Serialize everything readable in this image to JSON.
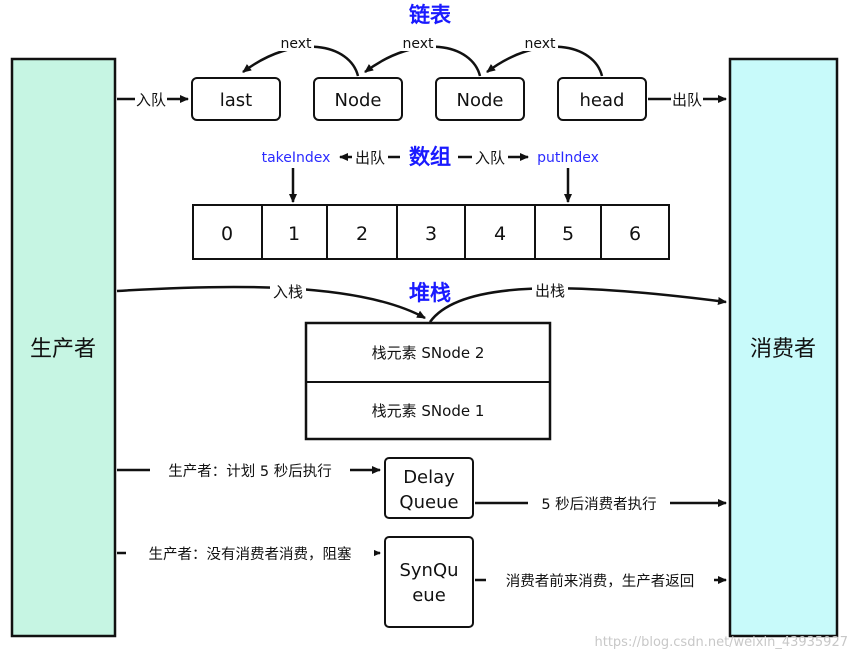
{
  "colors": {
    "producer_fill": "#c6f5e3",
    "consumer_fill": "#c8fafa",
    "stroke": "#111111",
    "title_blue": "#1a1aff",
    "index_blue": "#2b2bff",
    "watermark": "#c8c8c8"
  },
  "producer": {
    "label": "生产者"
  },
  "consumer": {
    "label": "消费者"
  },
  "linked_list": {
    "title": "链表",
    "nodes": [
      "last",
      "Node",
      "Node",
      "head"
    ],
    "next_labels": [
      "next",
      "next",
      "next"
    ],
    "enqueue": "入队",
    "dequeue": "出队"
  },
  "array": {
    "title": "数组",
    "take_index": "takeIndex",
    "put_index": "putIndex",
    "dequeue": "出队",
    "enqueue": "入队",
    "cells": [
      "0",
      "1",
      "2",
      "3",
      "4",
      "5",
      "6"
    ]
  },
  "stack": {
    "title": "堆栈",
    "push": "入栈",
    "pop": "出栈",
    "elements": [
      "栈元素 SNode 2",
      "栈元素 SNode 1"
    ]
  },
  "delay_queue": {
    "label_line1": "Delay",
    "label_line2": "Queue",
    "in_label": "生产者：计划 5 秒后执行",
    "out_label": "5 秒后消费者执行"
  },
  "syn_queue": {
    "label_line1": "SynQu",
    "label_line2": "eue",
    "in_label": "生产者：没有消费者消费，阻塞",
    "out_label": "消费者前来消费，生产者返回"
  },
  "watermark": "https://blog.csdn.net/weixin_43935927"
}
